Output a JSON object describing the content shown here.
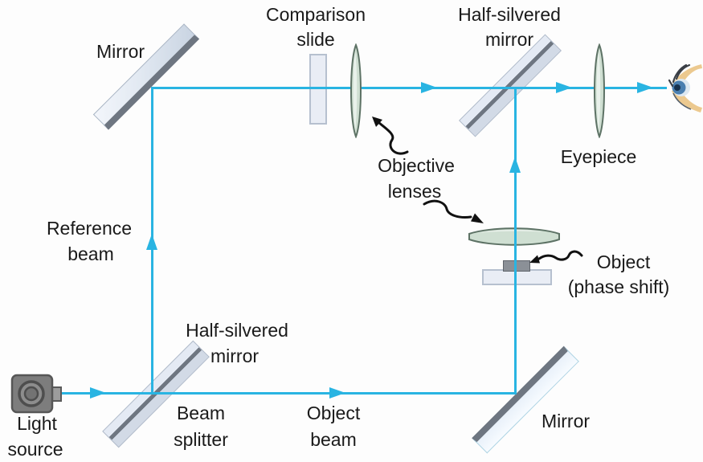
{
  "colors": {
    "beam": "#29b4e2",
    "text": "#1a1a1a",
    "mirror-back": "#6e7681",
    "lens-fill": "#cfdfd2",
    "lens-stroke": "#5d7265",
    "slide-fill": "#e9edf5",
    "object-fill": "#8b9097",
    "eye-skin": "#ecc98f",
    "eye-iris": "#4a7fb0"
  },
  "icons": {
    "light_source": "light-source-icon (laser/lamp barrel with lens rings)",
    "eye": "eye-icon (side view observer eye)"
  },
  "labels": {
    "mirror_top": "Mirror",
    "comparison_slide_1": "Comparison",
    "comparison_slide_2": "slide",
    "half_silvered_top_1": "Half-silvered",
    "half_silvered_top_2": "mirror",
    "eyepiece": "Eyepiece",
    "objective_lenses_1": "Objective",
    "objective_lenses_2": "lenses",
    "object_phase_1": "Object",
    "object_phase_2": "(phase shift)",
    "reference_beam_1": "Reference",
    "reference_beam_2": "beam",
    "half_silvered_bottom_1": "Half-silvered",
    "half_silvered_bottom_2": "mirror",
    "beam_splitter_1": "Beam",
    "beam_splitter_2": "splitter",
    "object_beam_1": "Object",
    "object_beam_2": "beam",
    "mirror_bottom": "Mirror",
    "light_source_1": "Light",
    "light_source_2": "source"
  }
}
